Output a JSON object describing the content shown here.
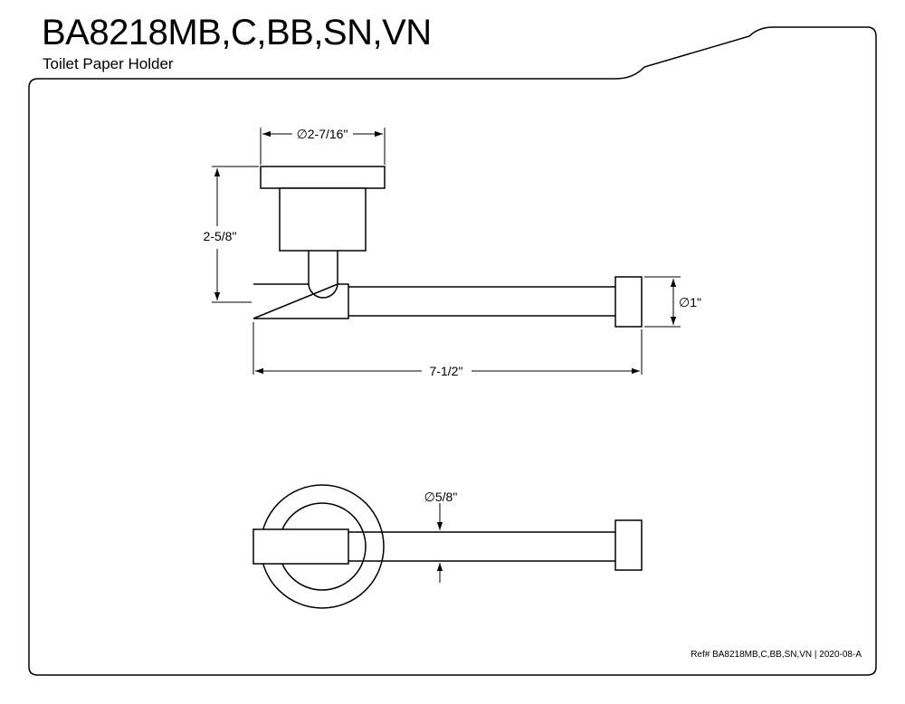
{
  "header": {
    "model": "BA8218MB,C,BB,SN,VN",
    "product_name": "Toilet Paper Holder"
  },
  "drawing": {
    "side_view": {
      "flange_diameter": "∅2-7/16\"",
      "height": "2-5/8\"",
      "end_cap_diameter": "∅1\"",
      "overall_length": "7-1/2\""
    },
    "top_view": {
      "rod_diameter": "∅5/8\""
    }
  },
  "footer": {
    "reference": "Ref# BA8218MB,C,BB,SN,VN | 2020-08-A"
  },
  "colors": {
    "line": "#000000",
    "background": "#ffffff"
  }
}
